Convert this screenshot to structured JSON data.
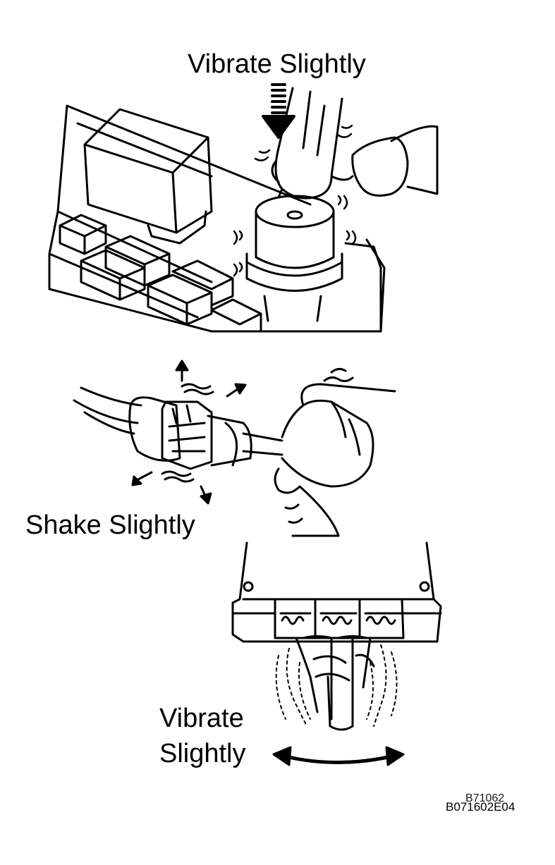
{
  "labels": {
    "top": "Vibrate Slightly",
    "middle": "Shake Slightly",
    "bottom_line1": "Vibrate",
    "bottom_line2": "Slightly"
  },
  "figure_codes": {
    "main": "B071602E04",
    "overprinted": "B71062"
  },
  "colors": {
    "ink": "#000000",
    "paper": "#ffffff"
  },
  "icons": {
    "top_arrow": "down-arrow-icon",
    "middle_arrows": "shake-arrows-icon",
    "bottom_arrow": "double-headed-arrow-icon"
  }
}
